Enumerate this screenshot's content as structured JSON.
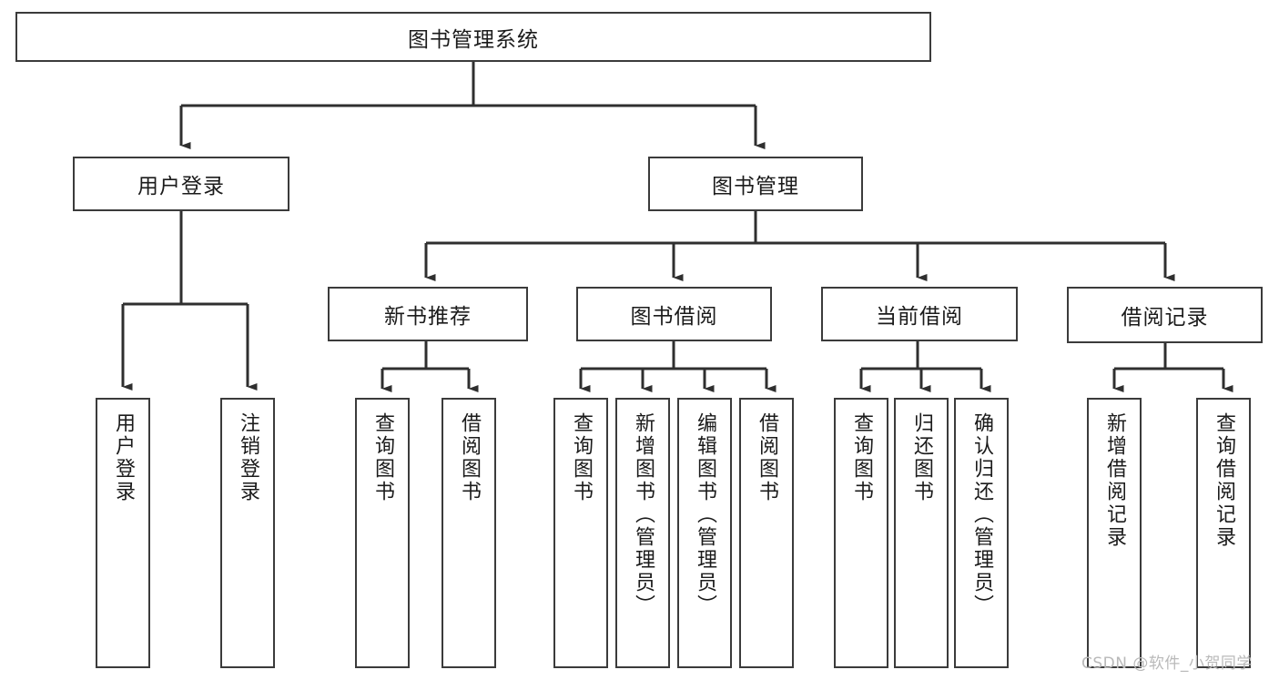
{
  "diagram": {
    "type": "tree-hierarchy",
    "title": "图书管理系统",
    "watermark": "CSDN @软件_小贺同学",
    "colors": {
      "background": "#ffffff",
      "box_stroke": "#3b3b3b",
      "box_fill": "#ffffff",
      "connector": "#2f2f2f",
      "text": "#1b1b1b",
      "watermark": "#b9b9b9"
    },
    "root": {
      "label": "图书管理系统"
    },
    "level2": [
      {
        "id": "user-login",
        "label": "用户登录"
      },
      {
        "id": "book-management",
        "label": "图书管理"
      }
    ],
    "level3": [
      {
        "id": "new-book-recommend",
        "label": "新书推荐",
        "parent": "book-management"
      },
      {
        "id": "book-borrow",
        "label": "图书借阅",
        "parent": "book-management"
      },
      {
        "id": "current-borrow",
        "label": "当前借阅",
        "parent": "book-management"
      },
      {
        "id": "borrow-record",
        "label": "借阅记录",
        "parent": "book-management"
      }
    ],
    "leaves": {
      "user-login": [
        {
          "id": "leaf-user-login",
          "label": "用户登录"
        },
        {
          "id": "leaf-user-logout",
          "label": "注销登录"
        }
      ],
      "new-book-recommend": [
        {
          "id": "leaf-query-book-1",
          "label": "查询图书"
        },
        {
          "id": "leaf-borrow-book-1",
          "label": "借阅图书"
        }
      ],
      "book-borrow": [
        {
          "id": "leaf-query-book-2",
          "label": "查询图书"
        },
        {
          "id": "leaf-add-book",
          "label": "新增图书（管理员）"
        },
        {
          "id": "leaf-edit-book",
          "label": "编辑图书（管理员）"
        },
        {
          "id": "leaf-borrow-book-2",
          "label": "借阅图书"
        }
      ],
      "current-borrow": [
        {
          "id": "leaf-query-book-3",
          "label": "查询图书"
        },
        {
          "id": "leaf-return-book",
          "label": "归还图书"
        },
        {
          "id": "leaf-confirm-return",
          "label": "确认归还（管理员）"
        }
      ],
      "borrow-record": [
        {
          "id": "leaf-add-record",
          "label": "新增借阅记录"
        },
        {
          "id": "leaf-query-record",
          "label": "查询借阅记录"
        }
      ]
    }
  }
}
